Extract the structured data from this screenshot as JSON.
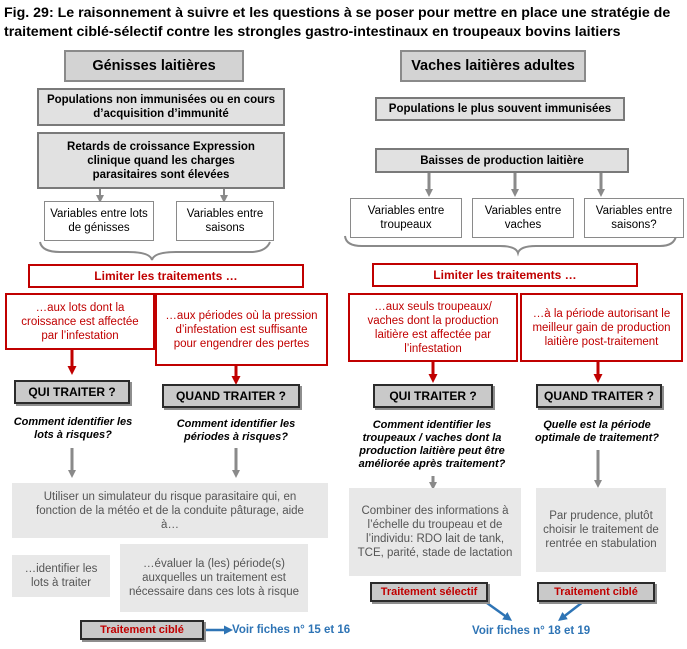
{
  "title": "Fig. 29: Le raisonnement à suivre et les questions à se poser pour mettre en place une stratégie de traitement ciblé-sélectif contre les strongles gastro-intestinaux en troupeaux bovins laitiers",
  "left": {
    "header": "Génisses laitières",
    "population": "Populations non immunisées ou en cours d’acquisition d’immunité",
    "effects": "Retards de croissance Expression clinique quand les charges parasitaires sont élevées",
    "variables": [
      "Variables entre lots de génisses",
      "Variables entre saisons"
    ],
    "limit": "Limiter les traitements …",
    "options": [
      "…aux lots dont la croissance est affectée par l’infestation",
      "…aux périodes où la pression d’infestation est suffisante pour engendrer des pertes"
    ],
    "who_label": "QUI TRAITER ?",
    "when_label": "QUAND TRAITER ?",
    "who_question": "Comment identifier les lots à risques?",
    "when_question": "Comment identifier les périodes à risques?",
    "simulator": "Utiliser un simulateur du risque parasitaire qui, en fonction de la météo et de la conduite pâturage, aide à…",
    "identify": "…identifier les lots à traiter",
    "evaluate": "…évaluer la (les) période(s) auxquelles un traitement est nécessaire dans ces lots à risque",
    "treatment": "Traitement ciblé",
    "see_sheets": "Voir fiches n° 15 et 16"
  },
  "right": {
    "header": "Vaches laitières adultes",
    "population": "Populations le plus souvent immunisées",
    "effects": "Baisses de production laitière",
    "variables": [
      "Variables entre troupeaux",
      "Variables entre vaches",
      "Variables entre saisons?"
    ],
    "limit": "Limiter les traitements …",
    "options": [
      "…aux seuls troupeaux/ vaches dont la production laitière est affectée par l’infestation",
      "…à la période autorisant le meilleur gain de production laitière post-traitement"
    ],
    "who_label": "QUI TRAITER ?",
    "when_label": "QUAND TRAITER ?",
    "who_question": "Comment identifier les troupeaux / vaches dont la production laitière peut être améliorée après traitement?",
    "when_question": "Quelle est la période optimale de traitement?",
    "combine": "Combiner des informations à l’échelle du troupeau et de l’individu: RDO lait de tank, TCE, parité, stade de lactation",
    "prudence": "Par prudence, plutôt choisir le traitement de rentrée en stabulation",
    "treatment_selective": "Traitement sélectif",
    "treatment_targeted": "Traitement ciblé",
    "see_sheets": "Voir fiches n° 18 et 19"
  },
  "colors": {
    "red": "#c00000",
    "blue": "#2e74b5",
    "gray_arrow": "#8a8a8a"
  }
}
